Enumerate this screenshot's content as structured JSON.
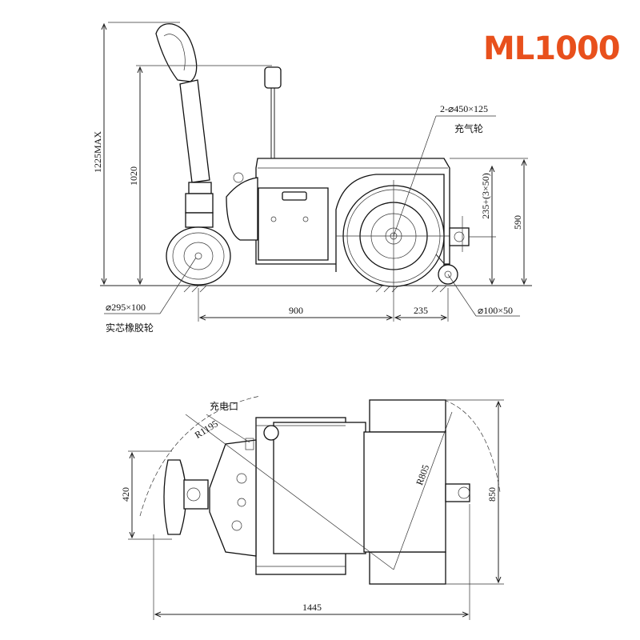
{
  "model": "ML1000",
  "side_view": {
    "dims": {
      "height_max": "1225MAX",
      "height": "1020",
      "wheelbase": "900",
      "rear_offset": "235",
      "body_height": "590",
      "hitch_height": "235+(3×50)"
    },
    "callouts": {
      "drive_wheel_size": "2-⌀450×125",
      "drive_wheel_name": "充气轮",
      "steer_wheel_size": "⌀295×100",
      "steer_wheel_name": "实芯橡胶轮",
      "caster_size": "⌀100×50"
    }
  },
  "top_view": {
    "dims": {
      "length": "1445",
      "width_front": "420",
      "width_rear": "850",
      "turn_radius_outer": "R1195",
      "turn_radius_inner": "R805"
    },
    "callouts": {
      "charge_port": "充电口"
    }
  }
}
